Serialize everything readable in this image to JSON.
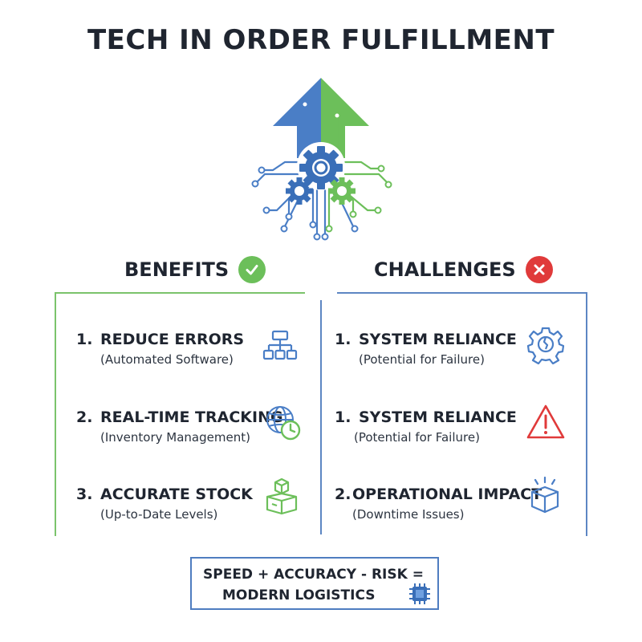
{
  "title": "TECH IN ORDER FULFILLMENT",
  "colors": {
    "green": "#6cbf5a",
    "blue": "#4a7ec6",
    "red": "#e03a3a",
    "text": "#1f2530"
  },
  "hero": {
    "icon": "upward-arrow-gears-circuit-icon"
  },
  "benefits": {
    "heading": "BENEFITS",
    "badge_icon": "checkmark-circle-icon",
    "items": [
      {
        "num": "1.",
        "label": "REDUCE ERRORS",
        "sub": "(Automated Software)",
        "icon": "flowchart-hierarchy-icon"
      },
      {
        "num": "2.",
        "label": "REAL-TIME TRACKING",
        "sub": "(Inventory Management)",
        "icon": "globe-clock-icon"
      },
      {
        "num": "3.",
        "label": "ACCURATE STOCK",
        "sub": "(Up-to-Date Levels)",
        "icon": "stacked-boxes-icon"
      }
    ]
  },
  "challenges": {
    "heading": "CHALLENGES",
    "badge_icon": "x-circle-icon",
    "items": [
      {
        "num": "1.",
        "label": "SYSTEM RELIANCE",
        "sub": "(Potential for Failure)",
        "icon": "broken-gear-icon"
      },
      {
        "num": "1.",
        "label": "SYSTEM RELIANCE",
        "sub": "(Potential for Failure)",
        "icon": "warning-triangle-icon"
      },
      {
        "num": "2.",
        "label": "OPERATIONAL IMPACT",
        "sub": "(Downtime Issues)",
        "icon": "impact-box-icon"
      }
    ]
  },
  "formula": {
    "line1": "SPEED + ACCURACY - RISK =",
    "line2": "MODERN LOGISTICS",
    "icon": "microchip-icon"
  }
}
